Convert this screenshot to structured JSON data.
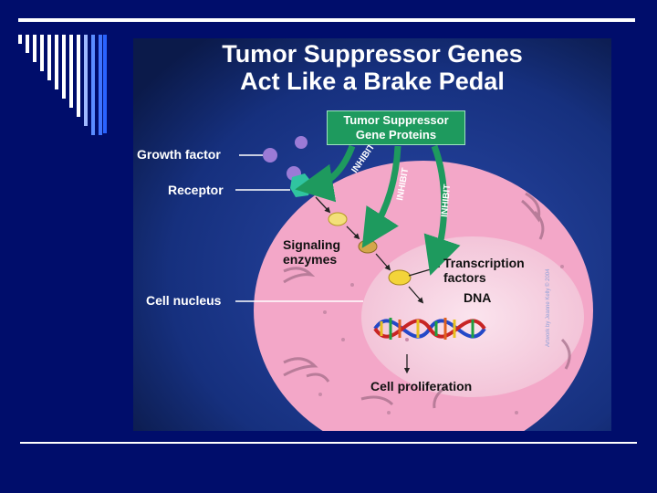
{
  "slide": {
    "colors": {
      "background": "#000d6b",
      "cell": "#f3a7c8",
      "nucleus": "#f7d2e2",
      "arrow": "#1e9a5e"
    }
  },
  "figure": {
    "title_line1": "Tumor Suppressor Genes",
    "title_line2": "Act Like a Brake Pedal",
    "proteins_line1": "Tumor Suppressor",
    "proteins_line2": "Gene Proteins",
    "inhibit_label": "INHIBIT",
    "labels": {
      "growth_factor": "Growth factor",
      "receptor": "Receptor",
      "signaling_line1": "Signaling",
      "signaling_line2": "enzymes",
      "cell_nucleus": "Cell nucleus",
      "transcription_line1": "Transcription",
      "transcription_line2": "factors",
      "dna": "DNA",
      "cell_proliferation": "Cell proliferation"
    },
    "credit": "Artwork by Jeanne Kelly © 2004"
  }
}
